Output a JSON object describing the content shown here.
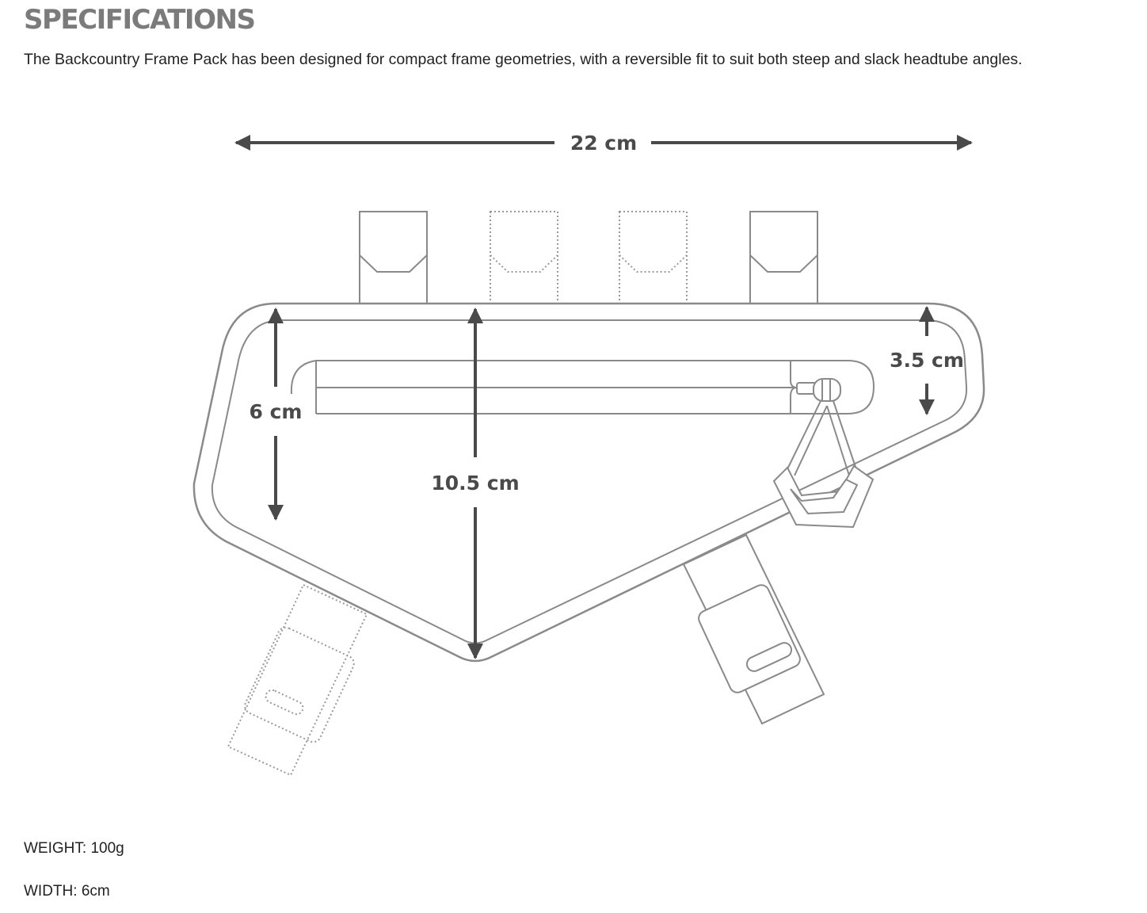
{
  "page": {
    "heading": "SPECIFICATIONS",
    "intro": "The Backcountry Frame Pack has been designed for compact frame geometries, with a reversible fit to suit both steep and slack headtube angles."
  },
  "diagram": {
    "dimensions": {
      "length": "22 cm",
      "height": "10.5 cm",
      "front_height": "6 cm",
      "rear_height": "3.5 cm"
    },
    "colors": {
      "outline": "#8a8a8a",
      "arrow": "#4a4a4a",
      "dashed": "#9a9a9a"
    }
  },
  "specs": {
    "weight": "WEIGHT: 100g",
    "width": "WIDTH: 6cm"
  }
}
